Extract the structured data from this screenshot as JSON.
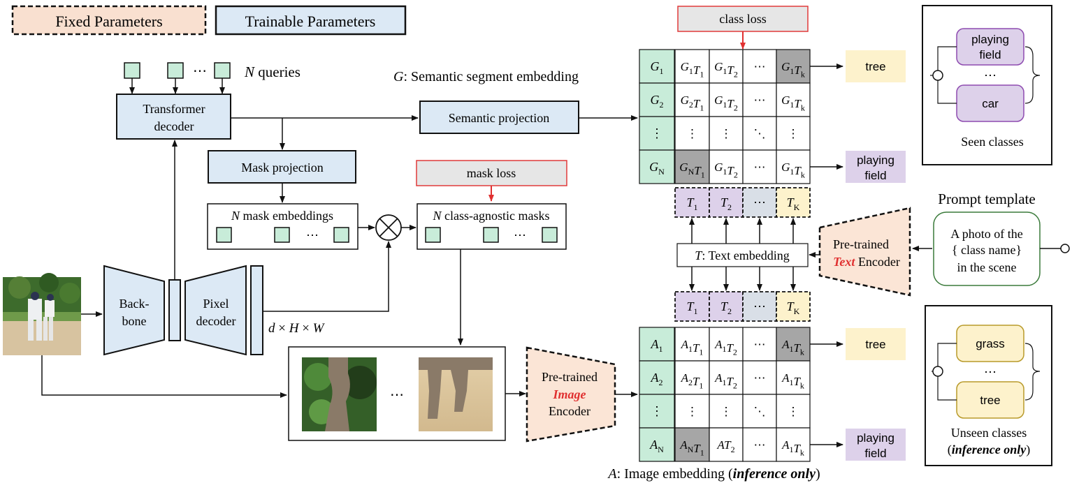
{
  "legend": {
    "fixed_label": "Fixed Parameters",
    "trainable_label": "Trainable Parameters"
  },
  "colors": {
    "fixed": "#f9e0d0",
    "trainable": "#dce9f5",
    "query_green": "#c8ecd9",
    "text_purple": "#ddd1ea",
    "text_yellow": "#fdf2cc",
    "text_grey": "#d9dfe7",
    "highlight_cell": "#a6a6a6",
    "loss_box": "#e6e6e6",
    "loss_border": "#e03a3a",
    "image_box": "#fbe5d6",
    "prompt_border": "#3a7a3a",
    "red_word": "#e03030"
  },
  "queries": {
    "dots": "⋯",
    "n": "N",
    "label": " queries"
  },
  "transformer_decoder": {
    "line1": "Transformer",
    "line2": "decoder"
  },
  "mask_projection": "Mask projection",
  "mask_embeddings": {
    "n": "N",
    "label": " mask embeddings",
    "dots": "⋯"
  },
  "class_agnostic": {
    "n": "N",
    "label": " class-agnostic masks",
    "dots": "⋯"
  },
  "mask_loss": "mask loss",
  "class_loss": "class loss",
  "otimes": "⊗",
  "backbone": {
    "line1": "Back-",
    "line2": "bone"
  },
  "pixel_decoder": {
    "line1": "Pixel",
    "line2": "decoder"
  },
  "dims": {
    "d": "d",
    "x1": " × ",
    "h": "H",
    "x2": " × ",
    "w": "W"
  },
  "semantic_projection": "Semantic projection",
  "semantic_title": {
    "g": "G",
    "rest": ": Semantic segment embedding"
  },
  "image_encoder": {
    "line1": "Pre-trained",
    "line2": "Image",
    "line3": "Encoder"
  },
  "text_encoder": {
    "line1": "Pre-trained",
    "line2_red": "Text",
    "line2_rest": " Encoder"
  },
  "text_embedding": {
    "t": "T",
    "rest": ": Text embedding"
  },
  "image_embedding_title": {
    "a": "A",
    "rest": ": Image embedding (",
    "bold": "inference only",
    "close": ")"
  },
  "crops_dots": "⋯",
  "prompt_template": {
    "title": "Prompt template",
    "line1": "A photo of the",
    "line2": "{ class name}",
    "line3": "in the scene"
  },
  "g_matrix": {
    "rows": [
      {
        "label": [
          "G",
          "1"
        ],
        "cells": [
          [
            "G",
            "1",
            "T",
            "1"
          ],
          [
            "G",
            "1",
            "T",
            "2"
          ],
          [
            "⋯"
          ],
          [
            "G",
            "1",
            "T",
            "k"
          ]
        ],
        "hl": 3
      },
      {
        "label": [
          "G",
          "2"
        ],
        "cells": [
          [
            "G",
            "2",
            "T",
            "1"
          ],
          [
            "G",
            "1",
            "T",
            "2"
          ],
          [
            "⋯"
          ],
          [
            "G",
            "1",
            "T",
            "k"
          ]
        ],
        "hl": -1
      },
      {
        "label": [
          "⋮"
        ],
        "cells": [
          [
            "⋮"
          ],
          [
            "⋮"
          ],
          [
            "⋱"
          ],
          [
            "⋮"
          ]
        ],
        "hl": -1
      },
      {
        "label": [
          "G",
          "N"
        ],
        "cells": [
          [
            "G",
            "N",
            "T",
            "1"
          ],
          [
            "G",
            "1",
            "T",
            "2"
          ],
          [
            "⋯"
          ],
          [
            "G",
            "1",
            "T",
            "k"
          ]
        ],
        "hl": 0
      }
    ],
    "outputs": [
      {
        "row": 0,
        "text": [
          "tree"
        ],
        "kind": "yellow"
      },
      {
        "row": 3,
        "text": [
          "playing",
          "field"
        ],
        "kind": "purple"
      }
    ]
  },
  "a_matrix": {
    "rows": [
      {
        "label": [
          "A",
          "1"
        ],
        "cells": [
          [
            "A",
            "1",
            "T",
            "1"
          ],
          [
            "A",
            "1",
            "T",
            "2"
          ],
          [
            "⋯"
          ],
          [
            "A",
            "1",
            "T",
            "k"
          ]
        ],
        "hl": 3
      },
      {
        "label": [
          "A",
          "2"
        ],
        "cells": [
          [
            "A",
            "2",
            "T",
            "1"
          ],
          [
            "A",
            "1",
            "T",
            "2"
          ],
          [
            "⋯"
          ],
          [
            "A",
            "1",
            "T",
            "k"
          ]
        ],
        "hl": -1
      },
      {
        "label": [
          "⋮"
        ],
        "cells": [
          [
            "⋮"
          ],
          [
            "⋮"
          ],
          [
            "⋱"
          ],
          [
            "⋮"
          ]
        ],
        "hl": -1
      },
      {
        "label": [
          "A",
          "N"
        ],
        "cells": [
          [
            "A",
            "N",
            "T",
            "1"
          ],
          [
            "AT",
            "2"
          ],
          [
            "⋯"
          ],
          [
            "A",
            "1",
            "T",
            "k"
          ]
        ],
        "hl": 0
      }
    ],
    "outputs": [
      {
        "row": 0,
        "text": [
          "tree"
        ],
        "kind": "yellow"
      },
      {
        "row": 3,
        "text": [
          "playing",
          "field"
        ],
        "kind": "purple"
      }
    ]
  },
  "text_row": [
    [
      "T",
      "1"
    ],
    [
      "T",
      "2"
    ],
    [
      "⋯"
    ],
    [
      "T",
      "K"
    ]
  ],
  "seen_classes": {
    "items": [
      "playing field",
      "car"
    ],
    "dots": "⋯",
    "caption": "Seen classes"
  },
  "unseen_classes": {
    "items": [
      "grass",
      "tree"
    ],
    "dots": "⋯",
    "caption1": "Unseen classes",
    "caption2_open": "(",
    "caption2_bold": "inference only",
    "caption2_close": ")"
  }
}
